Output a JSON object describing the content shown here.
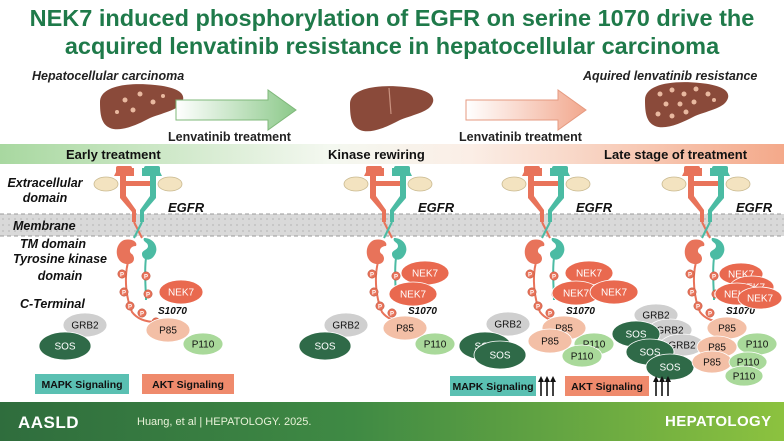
{
  "title": "NEK7 induced phosphorylation of EGFR on serine 1070 drive the acquired lenvatinib resistance in hepatocellular carcinoma",
  "top": {
    "hcc_label": "Hepatocellular carcinoma",
    "resistance_label": "Aquired lenvatinib resistance",
    "treatment_label_1": "Lenvatinib treatment",
    "treatment_label_2": "Lenvatinib treatment"
  },
  "stages": {
    "early": "Early treatment",
    "rewiring": "Kinase rewiring",
    "late": "Late stage of treatment"
  },
  "domains": {
    "extracellular": "Extracellular domain",
    "membrane": "Membrane",
    "tm": "TM domain",
    "tk": "Tyrosine kinase domain",
    "cterm": "C-Terminal"
  },
  "receptor_label": "EGFR",
  "phospho_site": "S1070",
  "phospho_mark": "P",
  "proteins": {
    "nek7": "NEK7",
    "grb2": "GRB2",
    "sos": "SOS",
    "p85": "P85",
    "p110": "P110"
  },
  "signaling": {
    "mapk": "MAPK Signaling",
    "akt": "AKT Signaling"
  },
  "colors": {
    "title_green": "#1f7a4a",
    "egfr_orange": "#e8735a",
    "egfr_teal": "#4bbba3",
    "nek7": "#e9694f",
    "grb2": "#cfcfcf",
    "sos": "#2f6a48",
    "p85": "#f3bfa6",
    "p110": "#a9d99a",
    "mapk_box": "#5ac0b2",
    "akt_box": "#ef8a6c",
    "liver": "#8a4a3a",
    "membrane": "#d3d3d3"
  },
  "footer": {
    "logo": "AASLD",
    "citation": "Huang, et al | HEPATOLOGY. 2025.",
    "journal": "HEPATOLOGY"
  }
}
